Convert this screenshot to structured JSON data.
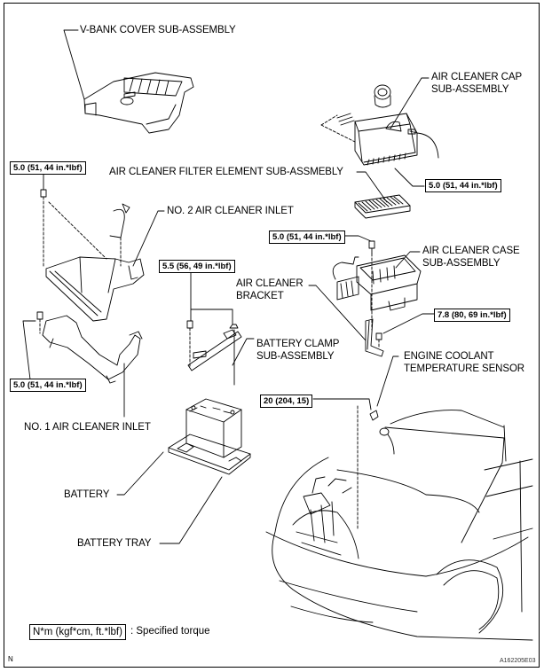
{
  "figure_id": "A162205E03",
  "corner_mark": "N",
  "parts": {
    "v_bank_cover": "V-BANK COVER SUB-ASSEMBLY",
    "air_cleaner_cap_1": "AIR CLEANER CAP",
    "air_cleaner_cap_2": "SUB-ASSEMBLY",
    "filter_element": "AIR CLEANER FILTER ELEMENT SUB-ASSMEBLY",
    "no2_inlet": "NO. 2 AIR CLEANER INLET",
    "air_cleaner_case_1": "AIR CLEANER CASE",
    "air_cleaner_case_2": "SUB-ASSEMBLY",
    "air_cleaner_bracket_1": "AIR CLEANER",
    "air_cleaner_bracket_2": "BRACKET",
    "battery_clamp_1": "BATTERY CLAMP",
    "battery_clamp_2": "SUB-ASSEMBLY",
    "ect_sensor_1": "ENGINE COOLANT",
    "ect_sensor_2": "TEMPERATURE SENSOR",
    "no1_inlet": "NO. 1 AIR CLEANER INLET",
    "battery": "BATTERY",
    "battery_tray": "BATTERY TRAY"
  },
  "torques": {
    "no2_inlet_bolt": "5.0 (51, 44 in.*lbf)",
    "cap_clamp": "5.0 (51, 44 in.*lbf)",
    "case_bolt": "5.0 (51, 44 in.*lbf)",
    "battery_clamp": "5.5 (56, 49 in.*lbf)",
    "bracket_bolt": "7.8 (80, 69 in.*lbf)",
    "no1_inlet_bolt": "5.0 (51, 44 in.*lbf)",
    "ect_sensor": "20 (204, 15)"
  },
  "legend": {
    "unit_box": "N*m (kgf*cm, ft.*lbf)",
    "description": ": Specified torque"
  }
}
